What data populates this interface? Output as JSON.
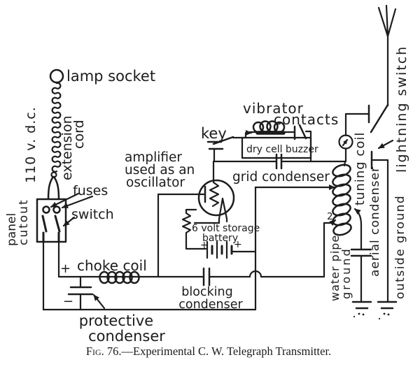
{
  "figure": {
    "caption_prefix": "Fig.",
    "caption_text": " 76.—Experimental C. W. Telegraph Transmitter."
  },
  "labels": {
    "lamp_socket": "lamp socket",
    "supply_voltage": "110 v. d.c.",
    "extension_line1": "extension",
    "extension_line2": "cord",
    "panel_line1": "panel",
    "panel_line2": "cutout",
    "fuses": "fuses",
    "switch": "switch",
    "choke_coil": "choke coil",
    "plus_main": "+",
    "minus_main": "−",
    "protective_line1": "protective",
    "protective_line2": "condenser",
    "amplifier_line1": "amplifier",
    "amplifier_line2": "used as an",
    "amplifier_line3": "oscillator",
    "key": "key",
    "vibrator_line1": "vibrator",
    "vibrator_line2": "contacts",
    "dry_cell_buzzer": "dry cell buzzer",
    "grid_condenser": "grid condenser",
    "battery_line1": "6 volt storage",
    "battery_line2": "battery",
    "battery_plus_left": "+",
    "battery_plus_right": "+",
    "blocking_line1": "blocking",
    "blocking_line2": "condenser",
    "coil_tap": "2",
    "tuning_coil": "tuning coil",
    "aerial_condenser": "aerial condenser",
    "water_pipe_line1": "water pipe",
    "water_pipe_line2": "ground",
    "outside_ground": "outside ground",
    "lightning_switch": "lightning switch"
  },
  "colors": {
    "ink": "#1c1c1c",
    "paper": "#ffffff"
  }
}
